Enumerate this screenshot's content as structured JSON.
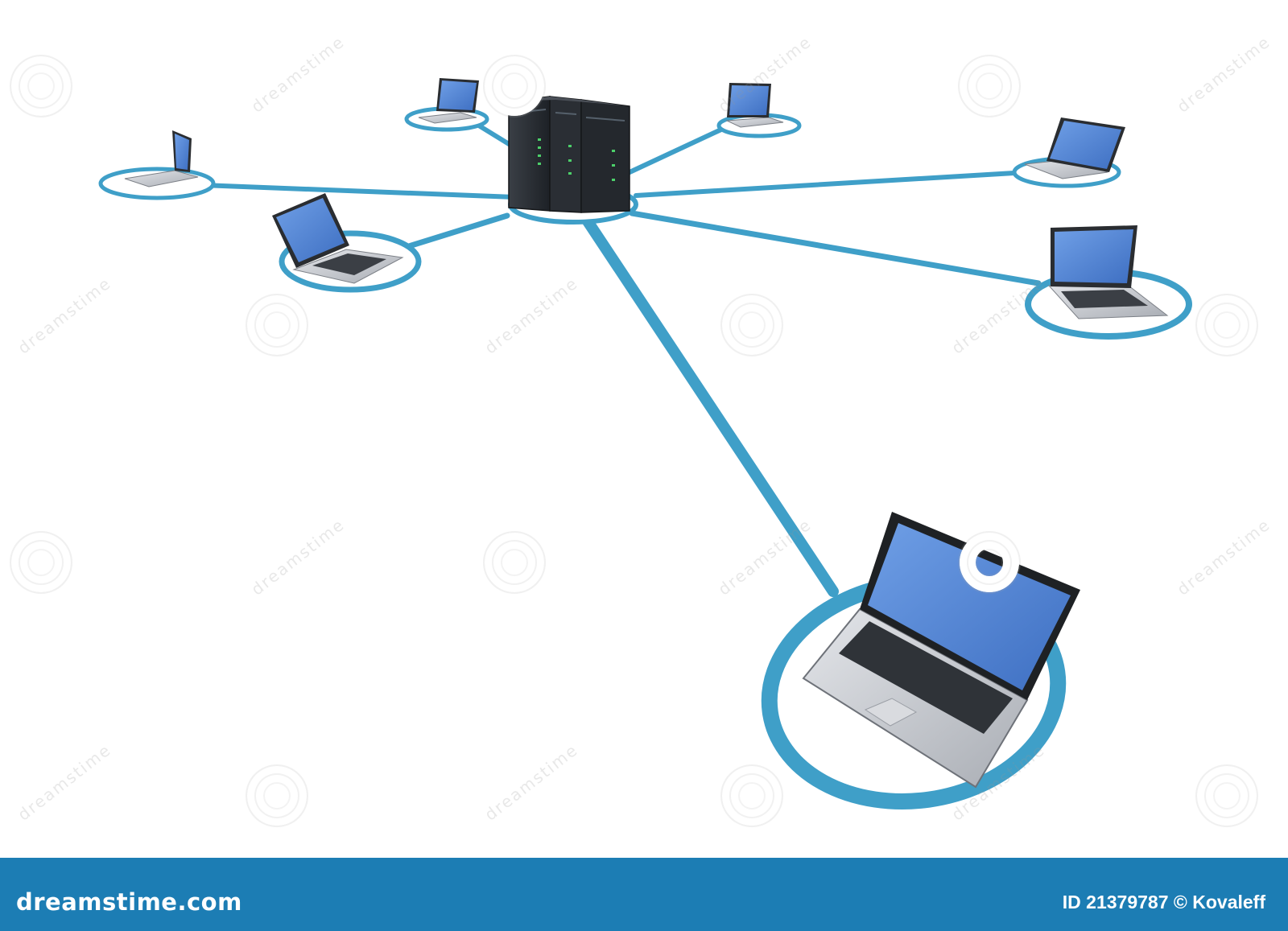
{
  "footer": {
    "brand": "dreamstime.com",
    "credit": "ID 21379787 © Kovaleff",
    "background": "#1c7db4",
    "text_color": "#ffffff"
  },
  "watermark": {
    "text": "dreamstime",
    "icon": "swirl-logo-icon"
  },
  "colors": {
    "link": "#3f9fc8",
    "link_edge": "#2b85ad",
    "screen": "#4a7fd0",
    "laptop_body": "#c9ccd1",
    "server": "#2e3238"
  },
  "network": {
    "hub": "server-rack",
    "nodes": [
      "laptop",
      "laptop",
      "laptop",
      "laptop",
      "laptop",
      "laptop",
      "laptop"
    ]
  }
}
